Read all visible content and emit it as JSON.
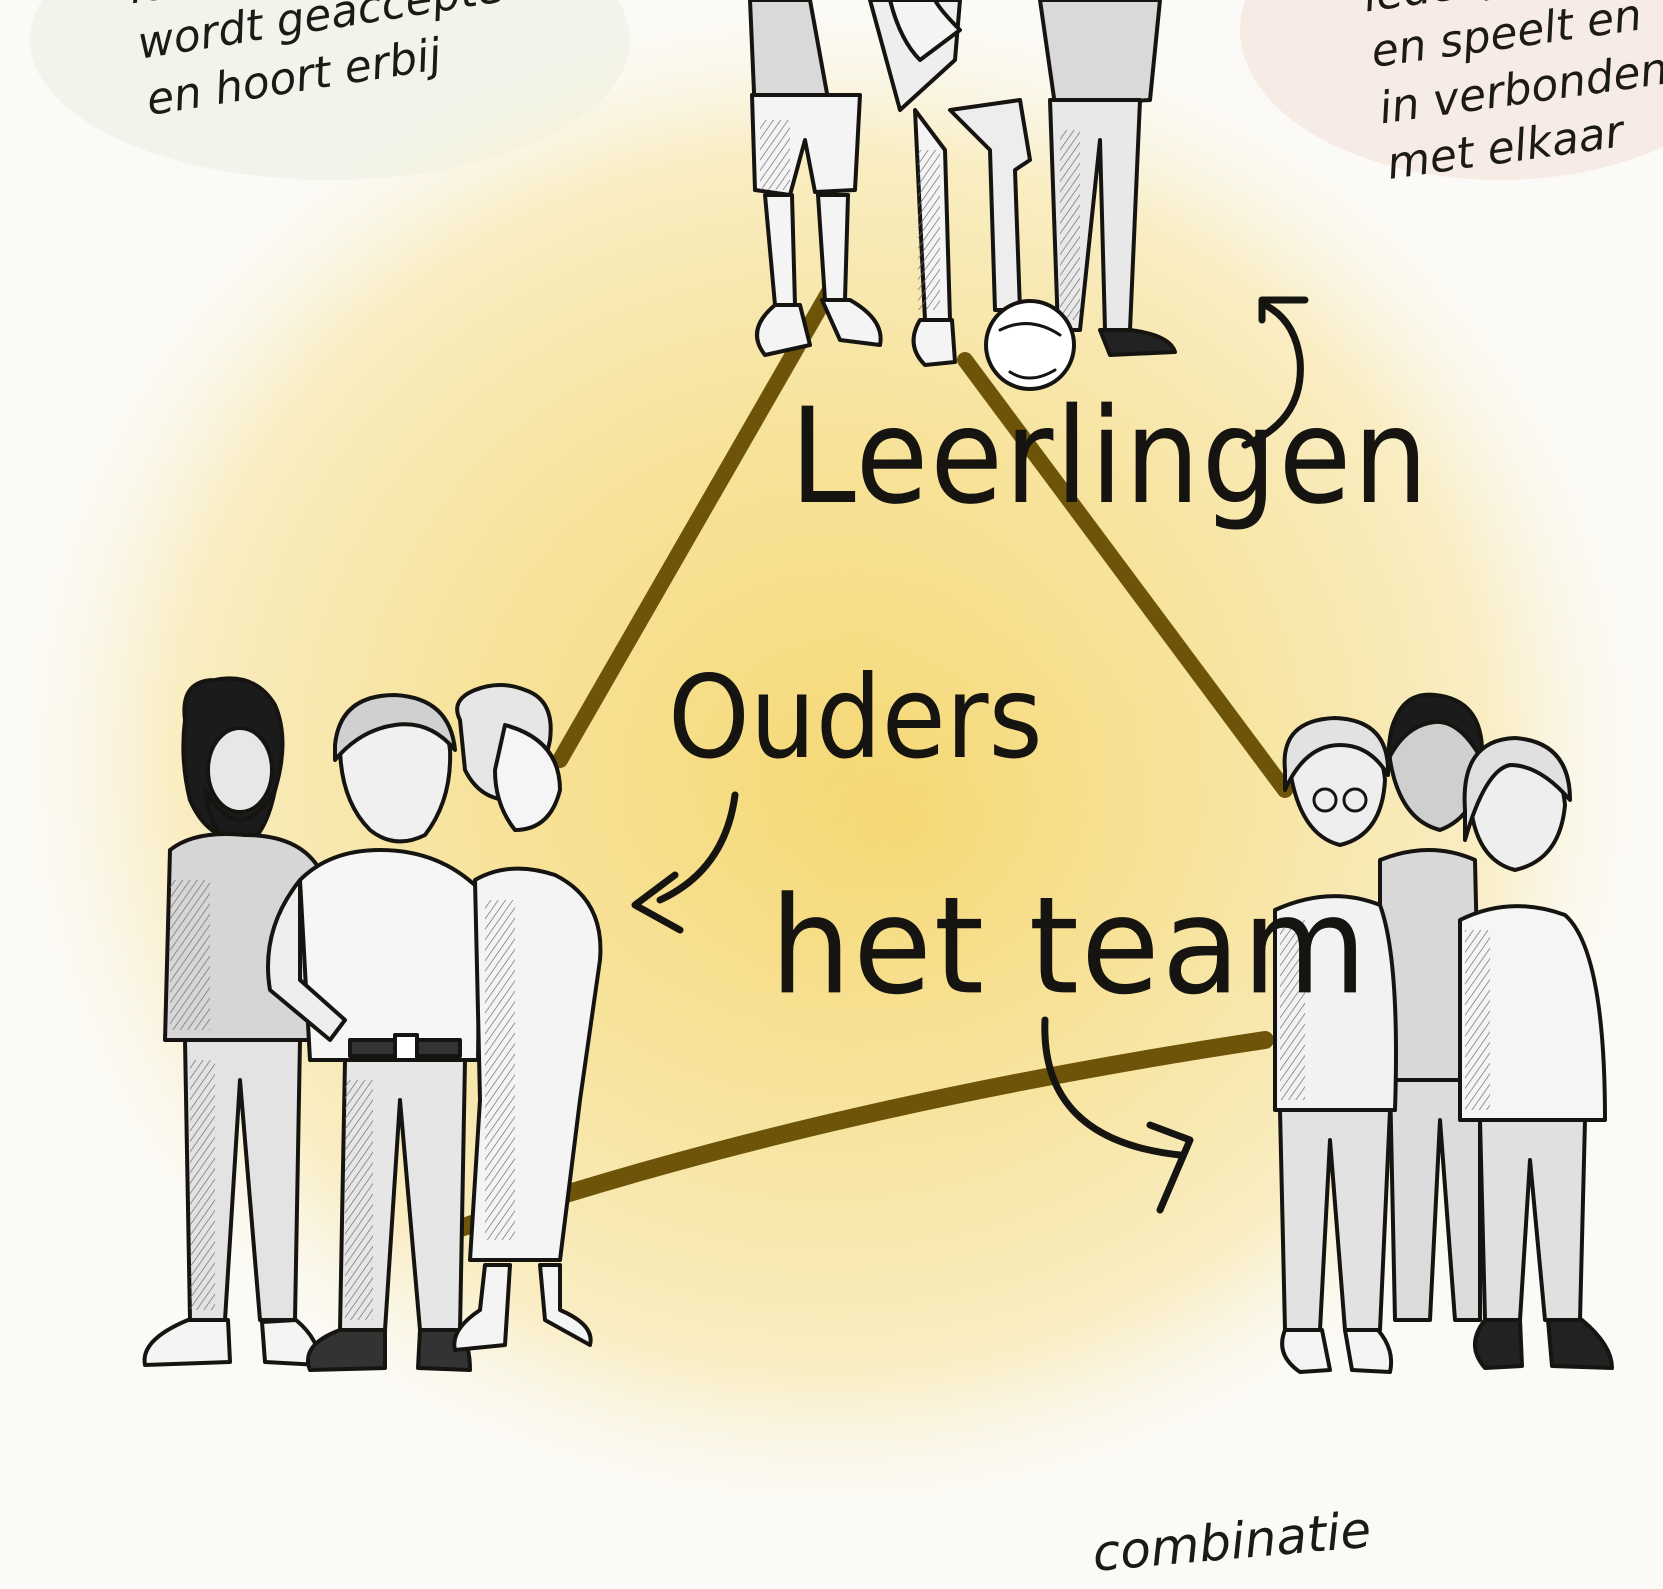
{
  "labels": {
    "leerlingen": "Leerlingen",
    "ouders": "Ouders",
    "het_team": "het team"
  },
  "note_left": {
    "line1": "ieder(e)",
    "line2": "wordt geaccepteerd",
    "line3": "en hoort erbij"
  },
  "note_right": {
    "line1": "ieder(e)",
    "line2": "en speelt en",
    "line3": "in verbonden",
    "line4": "met elkaar"
  },
  "note_bottom": {
    "line1": "combinatie"
  },
  "colors": {
    "background": "#fbfaf6",
    "glow_outer": "#f9efc4",
    "glow_inner": "#f6dd86",
    "triangle_line": "#6e5408",
    "ink": "#161410",
    "figure_fill": "#d9d9d9",
    "figure_light": "#f4f4f4"
  },
  "icons": [
    "students-group-icon",
    "parents-group-icon",
    "team-group-icon",
    "curved-arrow-icon",
    "football-icon"
  ]
}
